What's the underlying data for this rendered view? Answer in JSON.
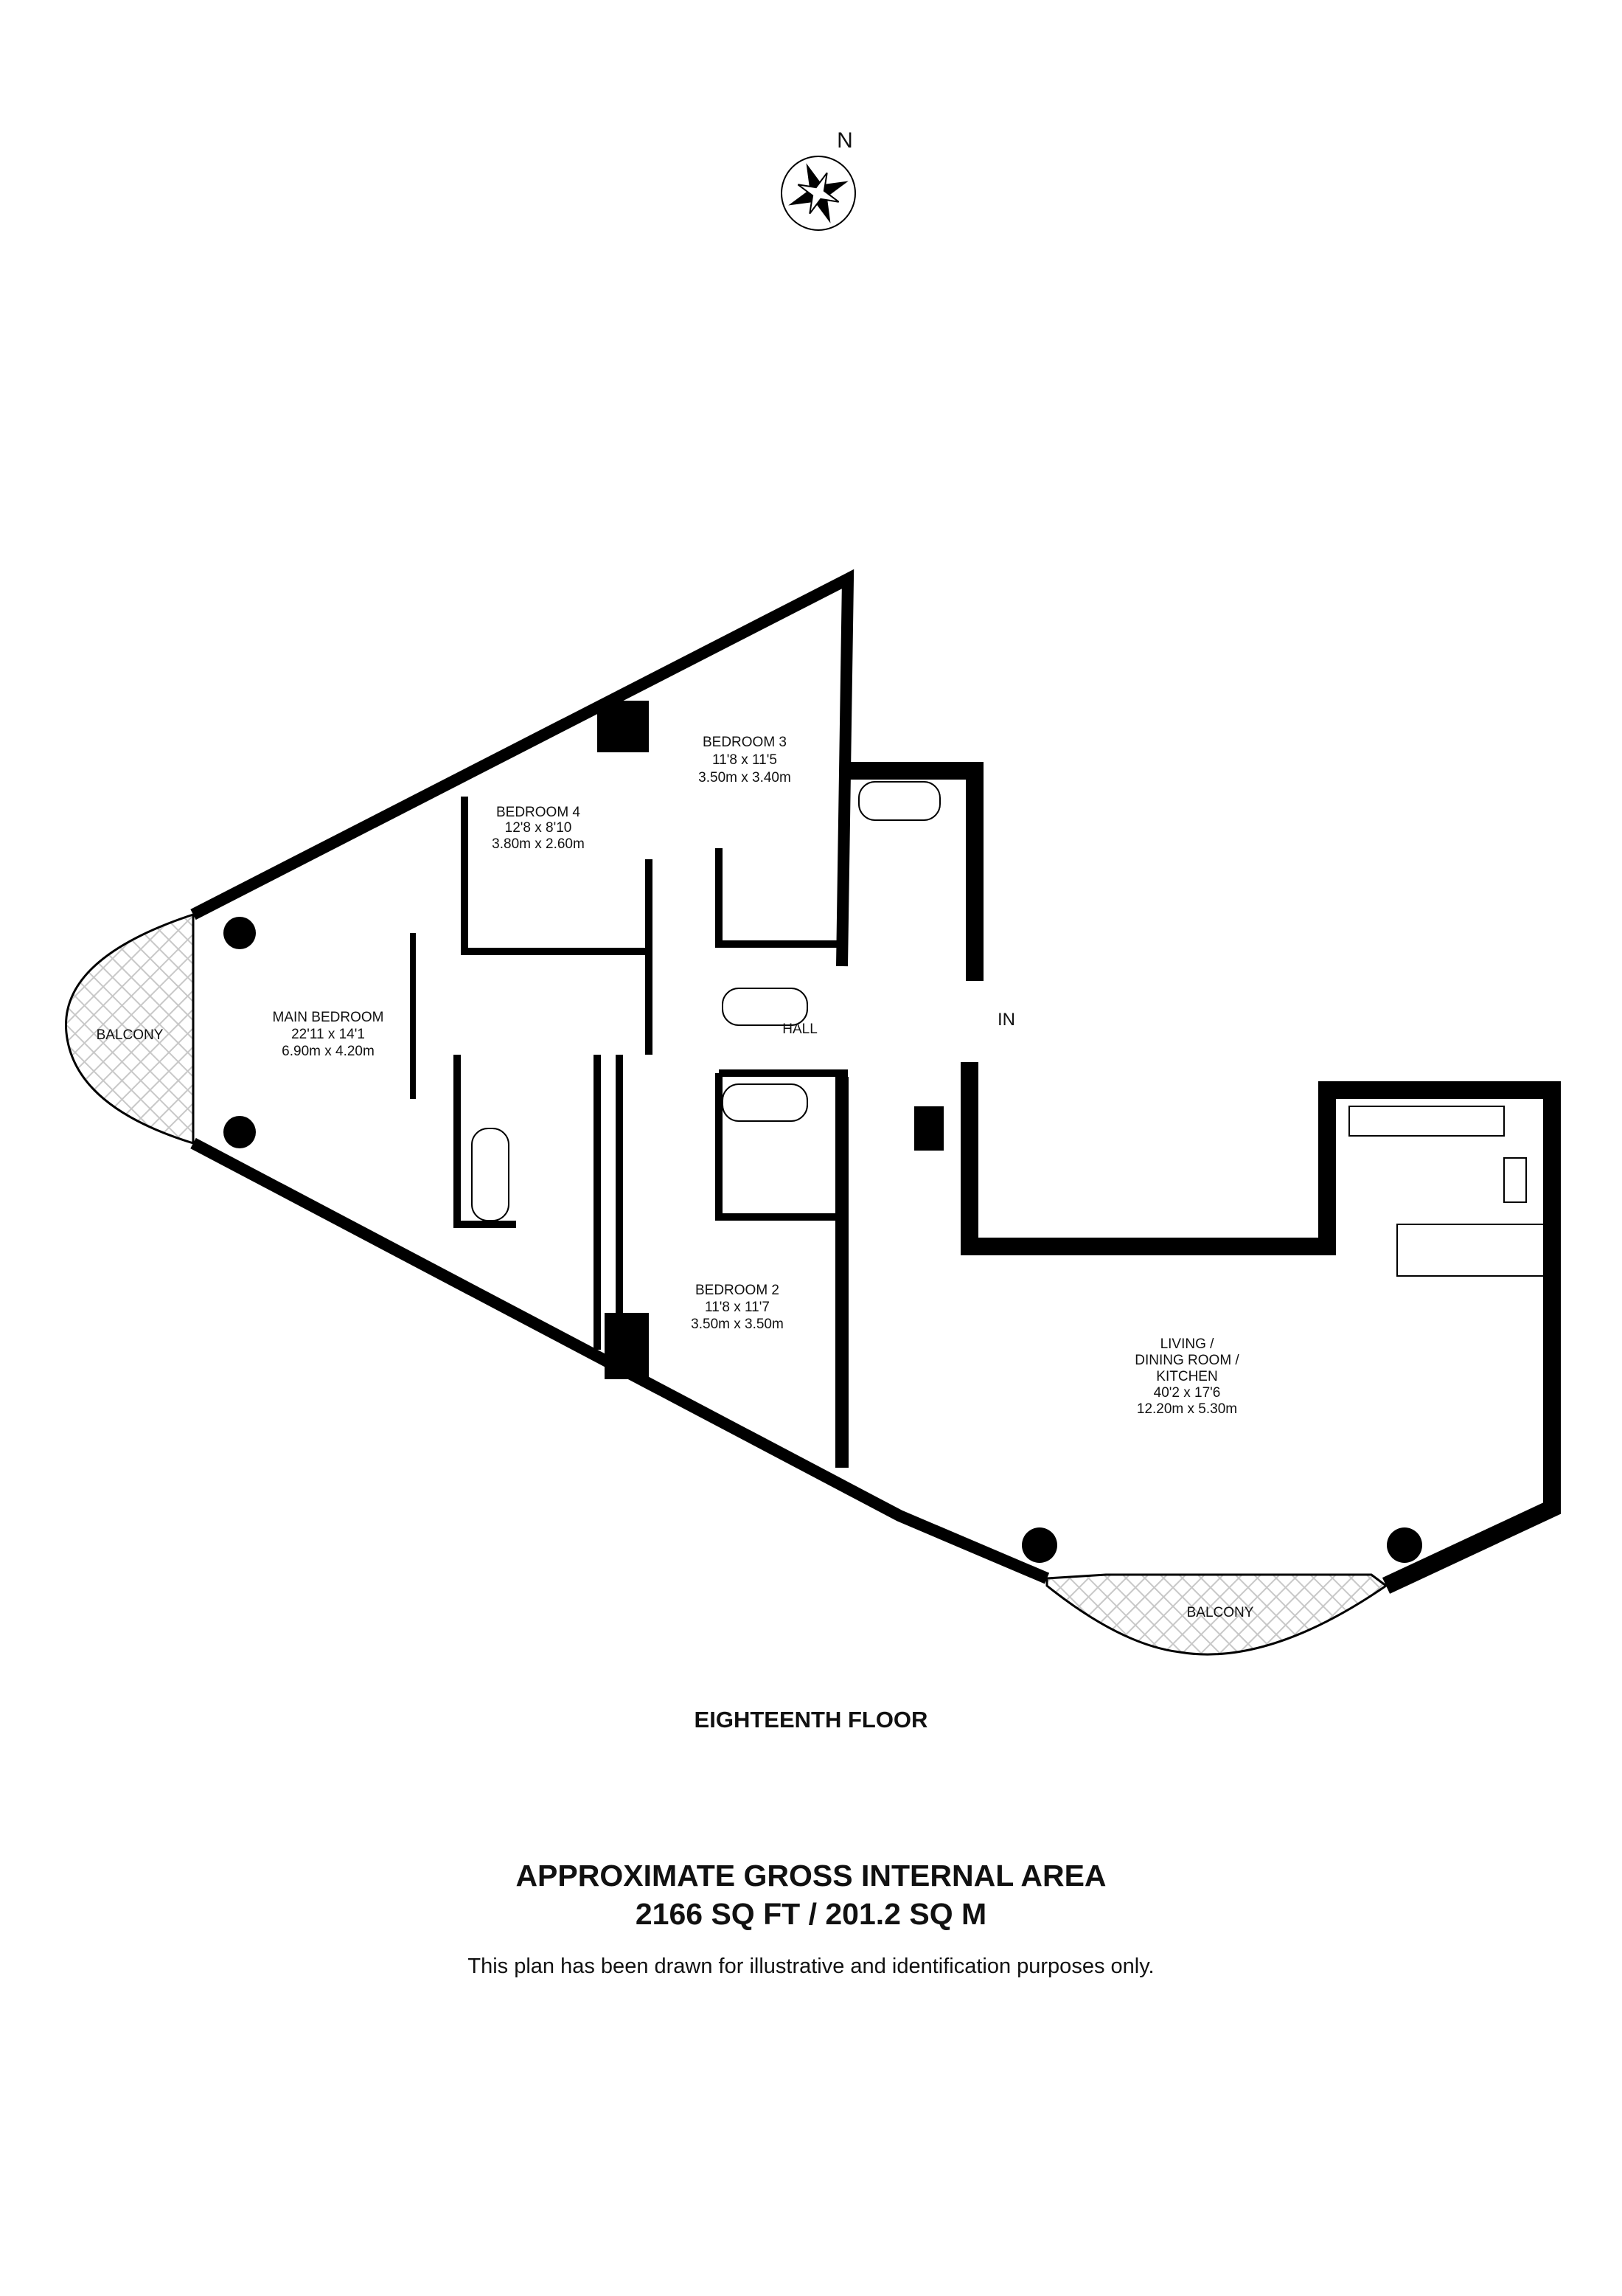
{
  "compass": {
    "label": "N"
  },
  "rooms": {
    "bedroom3": {
      "name": "BEDROOM 3",
      "imperial": "11'8 x 11'5",
      "metric": "3.50m x 3.40m"
    },
    "bedroom4": {
      "name": "BEDROOM 4",
      "imperial": "12'8 x 8'10",
      "metric": "3.80m x 2.60m"
    },
    "main_bedroom": {
      "name": "MAIN BEDROOM",
      "imperial": "22'11 x 14'1",
      "metric": "6.90m x 4.20m"
    },
    "hall": {
      "name": "HALL"
    },
    "entrance": {
      "name": "IN"
    },
    "bedroom2": {
      "name": "BEDROOM 2",
      "imperial": "11'8 x 11'7",
      "metric": "3.50m x 3.50m"
    },
    "living": {
      "line1": "LIVING /",
      "line2": "DINING ROOM /",
      "line3": "KITCHEN",
      "imperial": "40'2 x 17'6",
      "metric": "12.20m x 5.30m"
    },
    "balcony_left": {
      "name": "BALCONY"
    },
    "balcony_bottom": {
      "name": "BALCONY"
    }
  },
  "floor_name": "EIGHTEENTH FLOOR",
  "area": {
    "title": "APPROXIMATE GROSS INTERNAL AREA",
    "value": "2166 SQ FT / 201.2 SQ M"
  },
  "disclaimer": "This plan has been drawn for illustrative and identification purposes only."
}
